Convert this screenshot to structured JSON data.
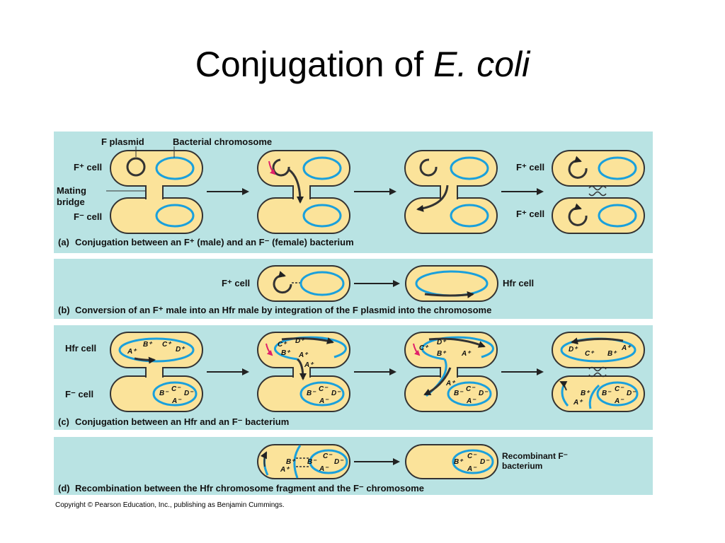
{
  "title": {
    "main": "Conjugation of ",
    "italic": "E. coli"
  },
  "panel_a": {
    "label_f_plasmid": "F plasmid",
    "label_bact_chrom": "Bacterial chromosome",
    "label_fplus_cell": "F⁺ cell",
    "label_mating": "Mating",
    "label_bridge": "bridge",
    "label_fminus_cell": "F⁻ cell",
    "label_fplus_right_top": "F⁺ cell",
    "label_fplus_right_bottom": "F⁺ cell",
    "caption_letter": "(a)",
    "caption": "Conjugation between an F⁺ (male) and an F⁻ (female) bacterium"
  },
  "panel_b": {
    "label_fplus": "F⁺ cell",
    "label_hfr": "Hfr cell",
    "caption_letter": "(b)",
    "caption": "Conversion of an F⁺ male into an Hfr male by integration of the F plasmid into the chromosome"
  },
  "panel_c": {
    "label_hfr": "Hfr cell",
    "label_fminus": "F⁻ cell",
    "caption_letter": "(c)",
    "caption": "Conjugation between an Hfr and an  F⁻ bacterium",
    "genes": {
      "a_plus": "A⁺",
      "b_plus": "B⁺",
      "c_plus": "C⁺",
      "d_plus": "D⁺",
      "a_minus": "A⁻",
      "b_minus": "B⁻",
      "c_minus": "C⁻",
      "d_minus": "D⁻"
    }
  },
  "panel_d": {
    "label_recomb1": "Recombinant F⁻",
    "label_recomb2": "bacterium",
    "caption_letter": "(d)",
    "caption": "Recombination between the Hfr chromosome fragment and the F⁻ chromosome"
  },
  "copyright": "Copyright © Pearson Education, Inc., publishing as Benjamin Cummings.",
  "colors": {
    "panel_bg": "#b9e3e3",
    "cell_fill": "#fbe39a",
    "cell_stroke": "#333333",
    "chrom": "#1aa0dc",
    "plasmid": "#333333",
    "arrow_pink": "#e0206a"
  }
}
